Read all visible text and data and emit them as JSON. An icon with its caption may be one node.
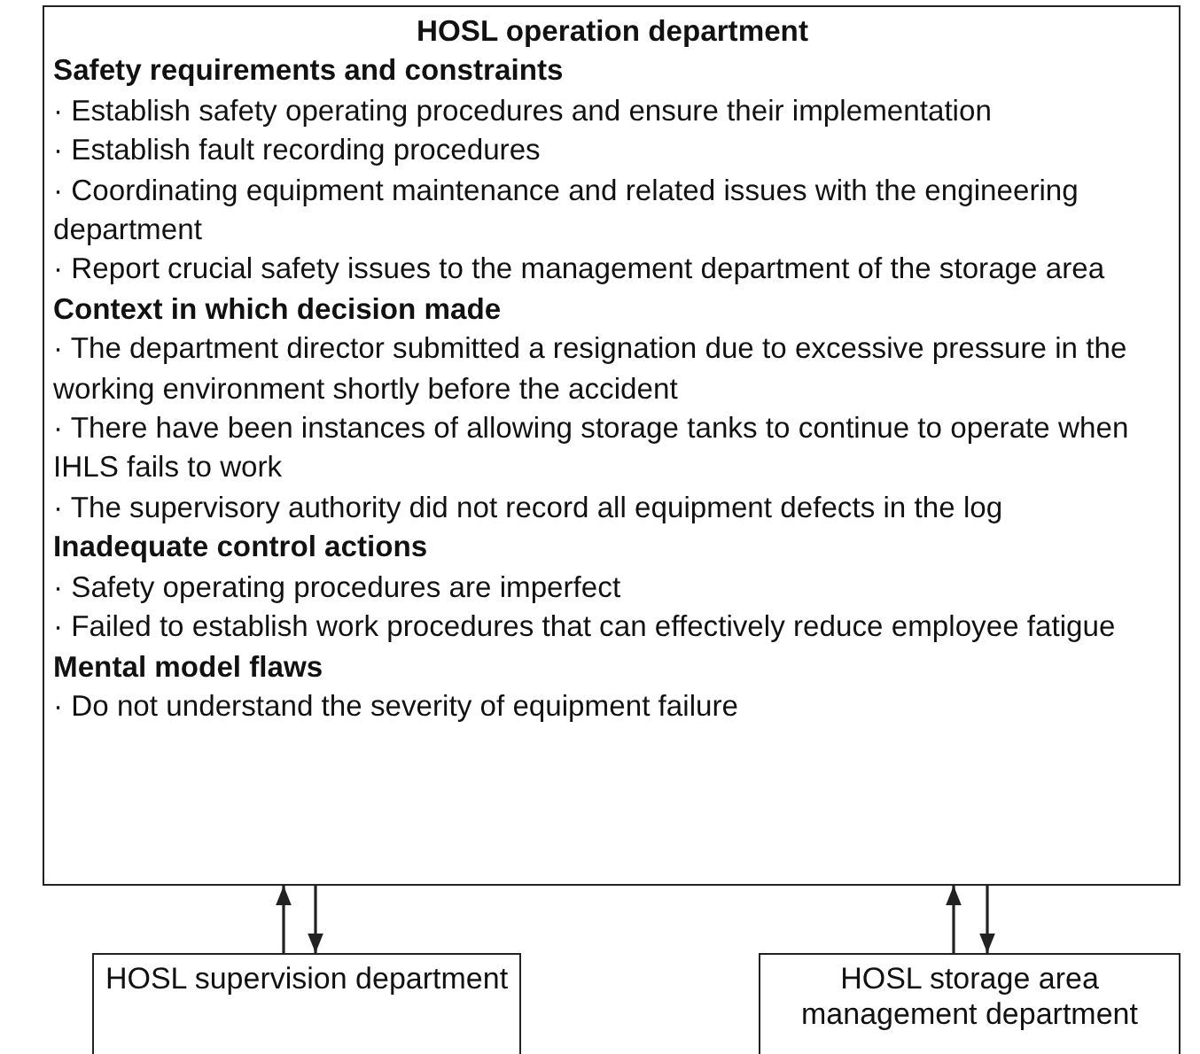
{
  "diagram": {
    "nodes": [
      {
        "text": [
          "HOSL operation department",
          "Safety requirements and constraints",
          "· Establish safety operating procedures and ensure their implementation",
          "· Establish fault recording procedures",
          "· Coordinating equipment maintenance and related issues with the engineering department",
          "· Report crucial safety issues to the management department of the storage area",
          "Context in which decision made",
          "· The department director submitted a resignation due to excessive pressure in the working environment shortly before the accident",
          "· There have been instances of allowing storage tanks to continue to operate when IHLS fails to work",
          "· The supervisory authority did not record all equipment defects in the log",
          "Inadequate control actions",
          "· Safety operating procedures are imperfect",
          "· Failed to establish work procedures that can effectively reduce employee fatigue",
          "Mental model flaws",
          "· Do not understand the severity of equipment failure"
        ]
      },
      {
        "text": [
          "HOSL supervision department"
        ]
      },
      {
        "text": [
          "HOSL storage area management department"
        ]
      }
    ],
    "edges": [
      {
        "from": 1,
        "to": 0,
        "arrow": "to"
      },
      {
        "from": 0,
        "to": 1,
        "arrow": "to"
      },
      {
        "from": 2,
        "to": 0,
        "arrow": "to"
      },
      {
        "from": 0,
        "to": 2,
        "arrow": "to"
      }
    ]
  }
}
